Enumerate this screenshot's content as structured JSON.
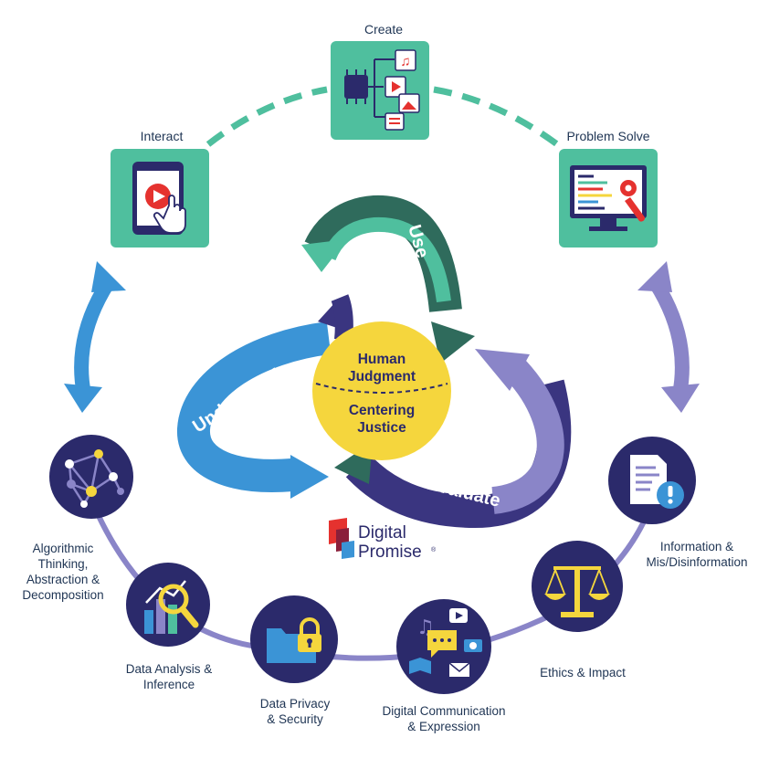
{
  "colors": {
    "navy": "#2b2a6b",
    "teal": "#4fbf9e",
    "teal_dark": "#2f6b5c",
    "blue": "#3b94d6",
    "blue_dark": "#2b6fa8",
    "purple": "#8a85c8",
    "indigo": "#3a3580",
    "yellow": "#f5d63d",
    "label": "#1f3554",
    "brand_red": "#e5322f"
  },
  "activities": {
    "create": {
      "label": "Create",
      "icon": "chip-media-icon"
    },
    "interact": {
      "label": "Interact",
      "icon": "tablet-play-icon"
    },
    "problem_solve": {
      "label": "Problem Solve",
      "icon": "monitor-wrench-icon"
    }
  },
  "cycle": {
    "use": "Use",
    "understand": "Understand",
    "evaluate": "Evaluate"
  },
  "center": {
    "top_line1": "Human",
    "top_line2": "Judgment",
    "bottom_line1": "Centering",
    "bottom_line2": "Justice"
  },
  "brand": {
    "line1": "Digital",
    "line2": "Promise",
    "mark": "®"
  },
  "competencies": [
    {
      "lines": [
        "Algorithmic",
        "Thinking,",
        "Abstraction &",
        "Decomposition"
      ],
      "icon": "network-graph-icon"
    },
    {
      "lines": [
        "Data Analysis &",
        "Inference"
      ],
      "icon": "chart-magnifier-icon"
    },
    {
      "lines": [
        "Data Privacy",
        "& Security"
      ],
      "icon": "folder-lock-icon"
    },
    {
      "lines": [
        "Digital Communication",
        "& Expression"
      ],
      "icon": "media-chat-icon"
    },
    {
      "lines": [
        "Ethics & Impact"
      ],
      "icon": "scales-icon"
    },
    {
      "lines": [
        "Information &",
        "Mis/Disinformation"
      ],
      "icon": "document-alert-icon"
    }
  ]
}
